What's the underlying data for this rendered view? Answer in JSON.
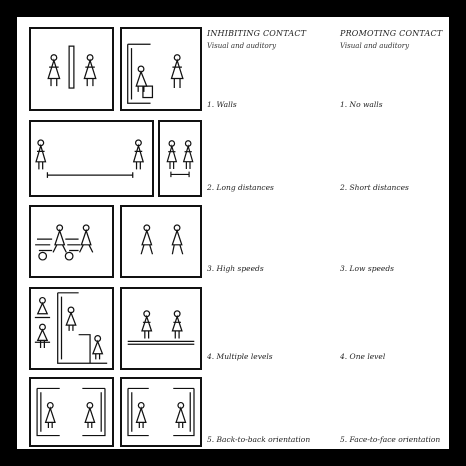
{
  "headers": {
    "inhibiting": "INHIBITING CONTACT",
    "promoting": "PROMOTING CONTACT",
    "sub_left": "Visual and auditory",
    "sub_right": "Visual and auditory"
  },
  "rows": [
    {
      "inhibit": "1. Walls",
      "promote": "1. No walls"
    },
    {
      "inhibit": "2. Long distances",
      "promote": "2. Short distances"
    },
    {
      "inhibit": "3. High speeds",
      "promote": "3. Low speeds"
    },
    {
      "inhibit": "4. Multiple levels",
      "promote": "4. One level"
    },
    {
      "inhibit": "5. Back-to-back orientation",
      "promote": "5. Face-to-face orientation"
    }
  ]
}
